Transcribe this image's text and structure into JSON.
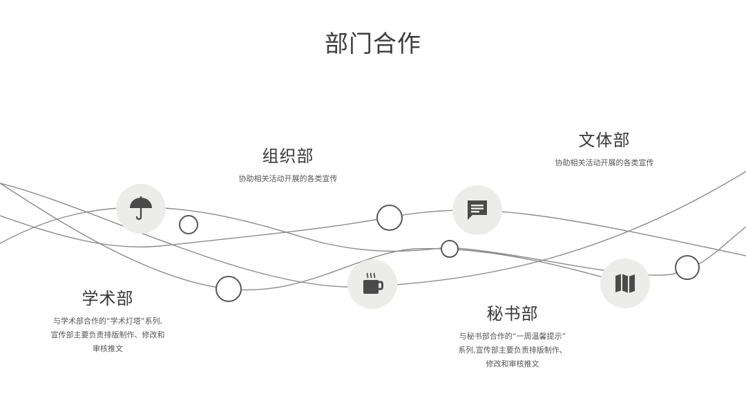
{
  "title": "部门合作",
  "departments": {
    "xueshu": {
      "name": "学术部",
      "desc": [
        "与学术部合作的“学术灯塔”系列,",
        "宣传部主要负责排版制作、修改和",
        "审核推文"
      ]
    },
    "zuzhi": {
      "name": "组织部",
      "desc": [
        "协助相关活动开展的各类宣传"
      ]
    },
    "mishu": {
      "name": "秘书部",
      "desc": [
        "与秘书部合作的“一周温馨提示”",
        "系列,宣传部主要负责排版制作、",
        "修改和审核推文"
      ]
    },
    "wenti": {
      "name": "文体部",
      "desc": [
        "协助相关活动开展的各类宣传"
      ]
    }
  },
  "icons": {
    "umbrella": "umbrella-icon",
    "coffee": "coffee-cup-icon",
    "chat": "chat-bubble-icon",
    "map": "map-icon"
  },
  "colors": {
    "line": "#8a8a8a",
    "icon_bg": "#ececea",
    "icon_fg": "#4a4a4a",
    "ring": "#555555"
  }
}
